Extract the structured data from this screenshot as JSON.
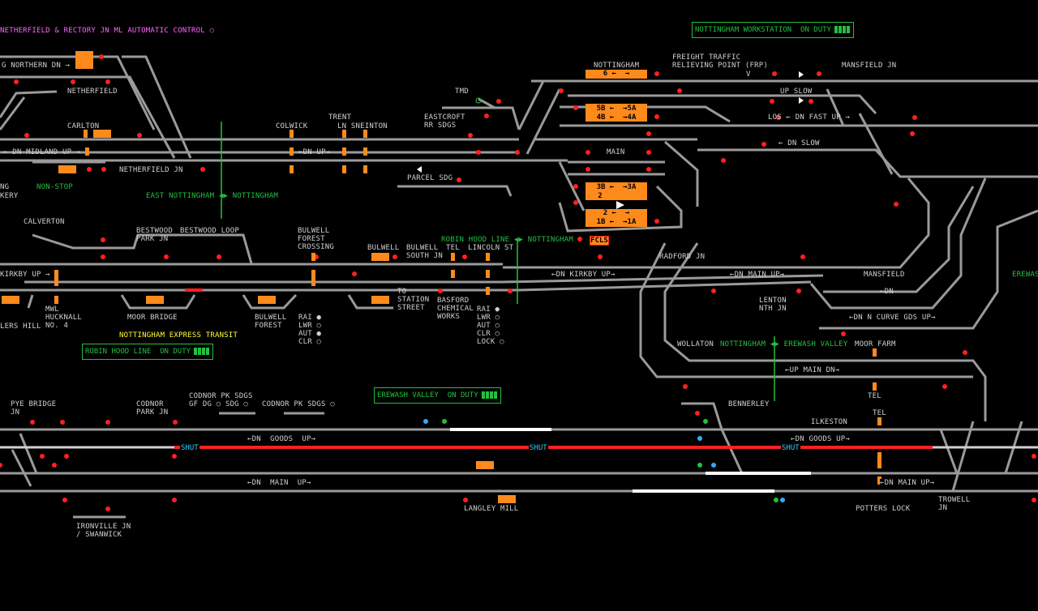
{
  "colors": {
    "track": "#9a9a9a",
    "platform": "#ff8a1c",
    "signal_red": "#ff2020",
    "signal_green": "#22c040",
    "route": "#ff2020",
    "clear": "#ffffff",
    "text": "#d0d0d0",
    "grn": "#22c040",
    "magenta": "#ff66ff"
  },
  "header": {
    "title": "NETHERFIELD & RECTORY JN ML AUTOMATIC CONTROL ○",
    "workstation": "NOTTINGHAM WORKSTATION  ON DUTY"
  },
  "duty": {
    "robin": "ROBIN HOOD LINE  ON DUTY",
    "erewash": "EREWASH VALLEY  ON DUTY",
    "express": "NOTTINGHAM EXPRESS TRANSIT"
  },
  "labels": {
    "northern_dn": "G NORTHERN DN →",
    "netherfield": "NETHERFIELD",
    "carlton": "CARLTON",
    "dn_midland": "← DN MIDLAND UP →",
    "netherfield_jn": "NETHERFIELD JN",
    "non_stop": "NON-STOP",
    "east_nott": "EAST NOTTINGHAM ◀▶ NOTTINGHAM",
    "ing": "NG",
    "kery": "KERY",
    "colwick": "COLWICK",
    "trent": "TRENT",
    "ln_sneinton": "LN SNEINTON",
    "dn_up": "←DN UP→",
    "tmd": "TMD",
    "eastcroft": "EASTCROFT\nRR SDGS",
    "parcel": "PARCEL SDG",
    "nottingham": "NOTTINGHAM",
    "freight": "FREIGHT TRAFFIC\nRELIEVING POINT (FRP)",
    "v": "V",
    "mansfield_jn": "MANSFIELD JN",
    "up_slow": "UP SLOW",
    "los_dn_fast": "LOS ← DN FAST UP →",
    "main": "MAIN",
    "dn_slow": "← DN SLOW",
    "calverton": "CALVERTON",
    "bestwood_park": "BESTWOOD\nPARK JN",
    "bestwood_loop": "BESTWOOD LOOP",
    "bulwell_forest_x": "BULWELL\nFOREST\nCROSSING",
    "bulwell": "BULWELL",
    "bulwell_south": "BULWELL\nSOUTH JN",
    "tel": "TEL",
    "lincoln_st": "LINCOLN ST",
    "robin_hood": "ROBIN HOOD LINE ◀▶ NOTTINGHAM",
    "fcls": "FCLS",
    "radford": "RADFORD JN",
    "kirkby_up": "KIRKBY UP →",
    "dn_kirkby": "←DN KIRKBY UP→",
    "dn_main_up": "←DN MAIN UP→",
    "mansfield": "MANSFIELD",
    "dn": "←DN",
    "ereway": "EREWAS",
    "to_station": "TO\nSTATION\nSTREET",
    "basford": "BASFORD\nCHEMICAL\nWORKS",
    "lenton": "LENTON\nNTH JN",
    "dn_curve": "←DN N CURVE GDS UP→",
    "mwl": "MWL\nHUCKNALL\nNO. 4",
    "moor_bridge": "MOOR BRIDGE",
    "bulwell_forest": "BULWELL\nFOREST",
    "lers_hill": "LERS HILL",
    "rai1": "RAI ●\nLWR ○\nAUT ●\nCLR ○",
    "rai2": "RAI ●\nLWR ○\nAUT ○\nCLR ○\nLOCK ○",
    "wollaton": "WOLLATON",
    "wol_nott": "NOTTINGHAM ◀▶ EREWASH VALLEY",
    "moor_farm": "MOOR FARM",
    "up_main_dn": "←UP MAIN DN→",
    "pye": "PYE BRIDGE\nJN",
    "codnor": "CODNOR\nPARK JN",
    "codnor_gf": "CODNOR PK SDGS\nGF DG ○ SDG ○",
    "codnor_sdgs": "CODNOR PK SDGS ○",
    "bennerley": "BENNERLEY",
    "ilkeston": "ILKESTON",
    "dn_goods_up": "←DN  GOODS  UP→",
    "dn_goods_up2": "←DN GOODS UP→",
    "dn_main_up2": "←DN  MAIN  UP→",
    "dn_main_up3": "←DN MAIN UP→",
    "ironville": "IRONVILLE JN\n/ SWANWICK",
    "langley": "LANGLEY MILL",
    "potters": "POTTERS LOCK",
    "trowell": "TROWELL\nJN",
    "shut": "SHUT"
  },
  "platforms": {
    "p6": "6 ←  →",
    "p5": "5B ←  →5A",
    "p4": "4B ←  →4A",
    "p3": "3B ←  →3A",
    "p2a": "2",
    "p2b": "2 ←  →",
    "p1": "1B ←  →1A"
  }
}
